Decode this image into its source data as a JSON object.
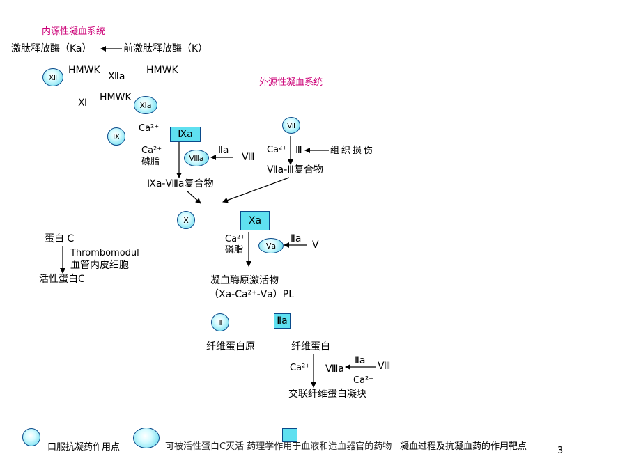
{
  "labels": {
    "intrinsic_title": "内源性凝血系统",
    "kallikrein": "激肽释放酶（Ka）",
    "prekallikrein": "前激肽释放酶（K）",
    "hmwk": "HMWK",
    "f12": "Ⅻ",
    "f12a": "Ⅻa",
    "f11": "Ⅺ",
    "f11a": "Ⅺa",
    "f9": "Ⅸ",
    "f9a": "Ⅸa",
    "ca": "Ca²⁺",
    "phospholipid": "磷脂",
    "f8a": "Ⅷa",
    "f2a": "Ⅱa",
    "f8": "Ⅷ",
    "complex_9a8a": "Ⅸa-Ⅷa复合物",
    "extrinsic_title": "外源性凝血系统",
    "f7": "Ⅶ",
    "f3": "Ⅲ",
    "tissue_injury": "组织损伤",
    "complex_7a3": "Ⅶa-Ⅲ复合物",
    "f10": "Ⅹ",
    "f10a": "Ⅹa",
    "f5a": "Ⅴa",
    "f5": "Ⅴ",
    "protein_c": "蛋白 C",
    "thrombomodulin": "Thrombomodul",
    "endothelial": "血管内皮细胞",
    "activated_pc": "活性蛋白C",
    "prothrombinase": "凝血酶原激活物",
    "prothrombinase_formula": "（Ⅹa-Ca²⁺-Ⅴa）PL",
    "f2": "Ⅱ",
    "fibrinogen": "纤维蛋白原",
    "fibrin": "纤维蛋白",
    "crosslinked_fibrin": "交联纤维蛋白凝块"
  },
  "legend": {
    "oral_anticoag": "口服抗凝药作用点",
    "apc_overlap": "可被活性蛋白C灭活 药理学作用于血液和造血器官的药物",
    "title": "凝血过程及抗凝血药的作用靶点",
    "page": "3"
  }
}
